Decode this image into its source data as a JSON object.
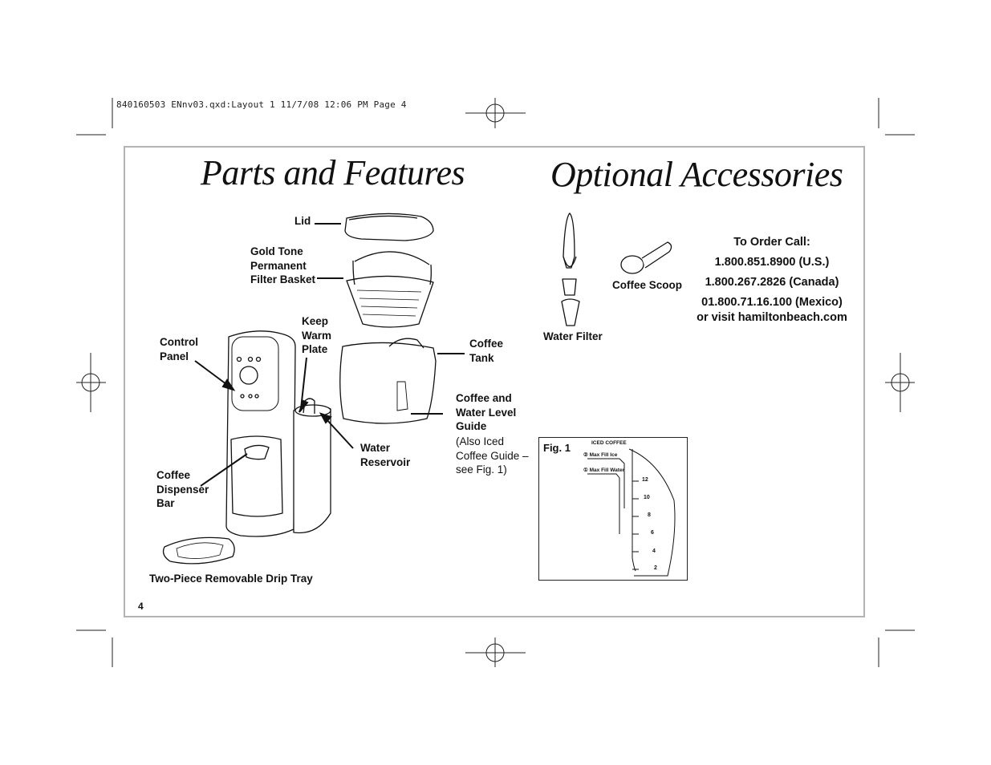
{
  "slug": "840160503 ENnv03.qxd:Layout 1  11/7/08  12:06 PM  Page 4",
  "titles": {
    "parts": "Parts and Features",
    "accessories": "Optional Accessories"
  },
  "parts_labels": {
    "lid": "Lid",
    "filter_basket": "Gold Tone\nPermanent\nFilter Basket",
    "keep_warm": "Keep\nWarm\nPlate",
    "control_panel": "Control\nPanel",
    "coffee_tank": "Coffee\nTank",
    "level_guide": "Coffee and\nWater Level\nGuide",
    "level_guide_note": "(Also Iced\nCoffee Guide –\nsee Fig. 1)",
    "water_reservoir": "Water\nReservoir",
    "dispenser_bar": "Coffee\nDispenser\nBar",
    "drip_tray": "Two-Piece Removable Drip Tray"
  },
  "accessory_labels": {
    "coffee_scoop": "Coffee Scoop",
    "water_filter": "Water Filter"
  },
  "order": {
    "heading": "To Order Call:",
    "us": "1.800.851.8900 (U.S.)",
    "canada": "1.800.267.2826 (Canada)",
    "mexico": "01.800.71.16.100 (Mexico)",
    "web": "or visit hamiltonbeach.com"
  },
  "figure": {
    "label": "Fig. 1",
    "heading": "ICED COFFEE",
    "step2": "②  Max Fill Ice",
    "step1": "①  Max Fill Water",
    "ticks": [
      "12",
      "10",
      "8",
      "6",
      "4",
      "2"
    ]
  },
  "page_number": "4"
}
